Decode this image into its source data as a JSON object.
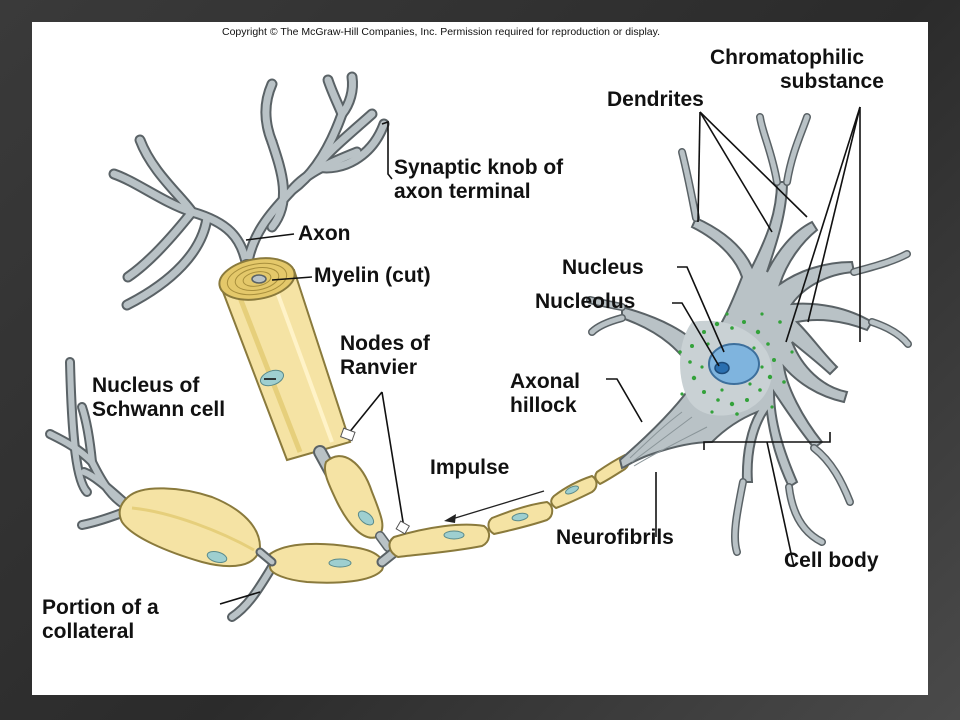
{
  "copyright": "Copyright © The McGraw-Hill Companies, Inc. Permission required for reproduction or display.",
  "labels": {
    "chromatophilic": [
      "Chromatophilic",
      "substance"
    ],
    "dendrites": "Dendrites",
    "synaptic_knob": [
      "Synaptic knob of",
      "axon terminal"
    ],
    "axon": "Axon",
    "myelin": "Myelin (cut)",
    "nucleus": "Nucleus",
    "nucleolus": "Nucleolus",
    "nodes_of_ranvier": [
      "Nodes of",
      "Ranvier"
    ],
    "nucleus_schwann": [
      "Nucleus of",
      "Schwann cell"
    ],
    "axonal_hillock": [
      "Axonal",
      "hillock"
    ],
    "impulse": "Impulse",
    "neurofibrils": "Neurofibrils",
    "cell_body": "Cell body",
    "collateral": [
      "Portion of a",
      "collateral"
    ]
  },
  "colors": {
    "neuron_gray": "#b9c2c6",
    "neuron_outline": "#5a6266",
    "myelin": "#f5e3a4",
    "myelin_outline": "#8a7a3c",
    "nucleus_blue": "#7fb4de",
    "nucleolus_blue": "#2a6fb0",
    "granules_green": "#33a23a",
    "schwann_nucleus": "#9ecfd0"
  }
}
